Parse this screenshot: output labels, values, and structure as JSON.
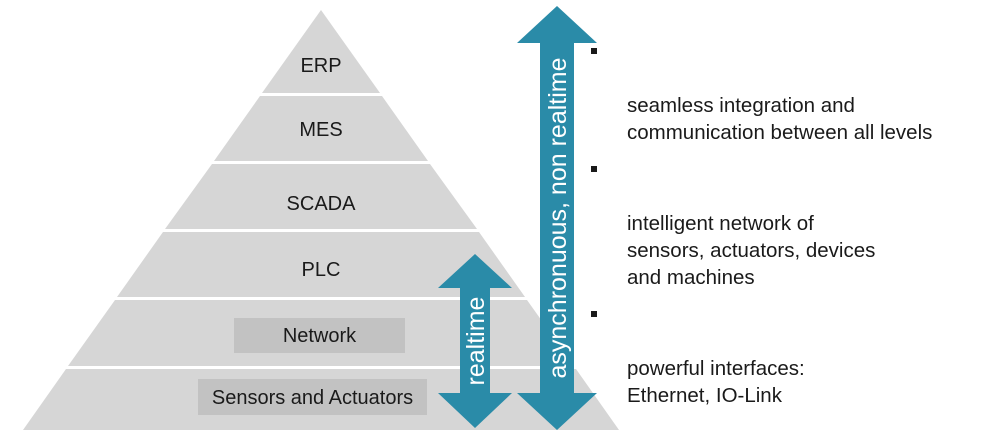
{
  "pyramid": {
    "layers": [
      {
        "label": "ERP"
      },
      {
        "label": "MES"
      },
      {
        "label": "SCADA"
      },
      {
        "label": "PLC"
      },
      {
        "label": "Network"
      },
      {
        "label": "Sensors and Actuators"
      }
    ]
  },
  "arrows": {
    "realtime": {
      "label": "realtime"
    },
    "non_realtime": {
      "label": "asynchronuous, non realtime"
    }
  },
  "bullets": [
    {
      "text": "seamless integration and\ncommunication between all levels"
    },
    {
      "text": "intelligent network of\nsensors, actuators, devices\nand machines"
    },
    {
      "text": "powerful interfaces:\nEthernet, IO-Link"
    }
  ],
  "colors": {
    "layer_fill": "#d6d6d6",
    "label_box_fill": "#c2c2c2",
    "arrow_fill": "#2a8ba8",
    "separator": "#ffffff",
    "text": "#1a1a1a"
  }
}
